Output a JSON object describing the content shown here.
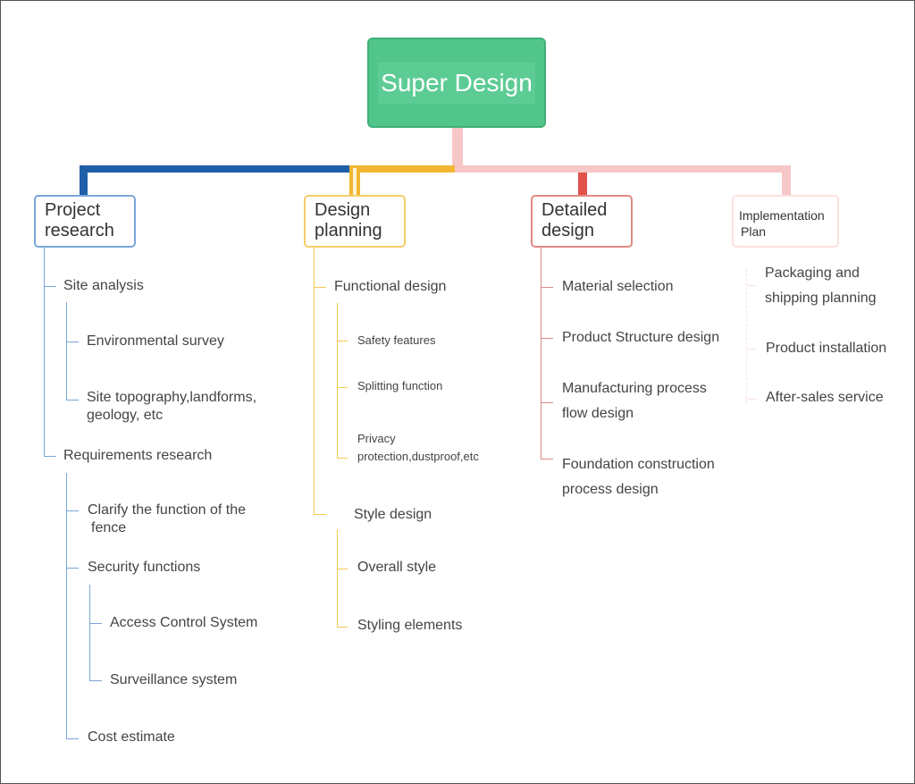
{
  "root": {
    "label": "Super Design",
    "color": "#52c58b"
  },
  "branches": [
    {
      "id": "project",
      "title_line1": "Project",
      "title_line2": "research",
      "color": "#1f5fa8",
      "items": [
        {
          "label": "Site analysis",
          "children": [
            {
              "label": "Environmental survey"
            },
            {
              "label_line1": "Site topography,landforms,",
              "label_line2": "geology, etc"
            }
          ]
        },
        {
          "label": "Requirements research",
          "children": [
            {
              "label_line1": "Clarify the function of the",
              "label_line2": "fence"
            },
            {
              "label": "Security functions",
              "children": [
                {
                  "label": "Access Control System"
                },
                {
                  "label": "Surveillance system"
                }
              ]
            },
            {
              "label": "Cost estimate"
            }
          ]
        }
      ]
    },
    {
      "id": "planning",
      "title_line1": "Design",
      "title_line2": "planning",
      "color": "#f2b632",
      "items": [
        {
          "label": "Functional design",
          "children": [
            {
              "label": "Safety features"
            },
            {
              "label": "Splitting function"
            },
            {
              "label_line1": "Privacy",
              "label_line2": "protection,dustproof,etc"
            }
          ]
        },
        {
          "label": "Style design",
          "children": [
            {
              "label": "Overall style"
            },
            {
              "label": "Styling elements"
            }
          ]
        }
      ]
    },
    {
      "id": "detailed",
      "title_line1": "Detailed",
      "title_line2": "design",
      "color": "#e0524a",
      "items": [
        {
          "label": "Material selection"
        },
        {
          "label": "Product Structure design"
        },
        {
          "label_line1": "Manufacturing process",
          "label_line2": "flow design"
        },
        {
          "label_line1": "Foundation construction",
          "label_line2": "process design"
        }
      ]
    },
    {
      "id": "implementation",
      "title_line1": "Implementation",
      "title_line2": "Plan",
      "color": "#f7b8b8",
      "items": [
        {
          "label_line1": "Packaging and",
          "label_line2": "shipping planning"
        },
        {
          "label": "Product installation"
        },
        {
          "label": "After-sales service"
        }
      ]
    }
  ]
}
